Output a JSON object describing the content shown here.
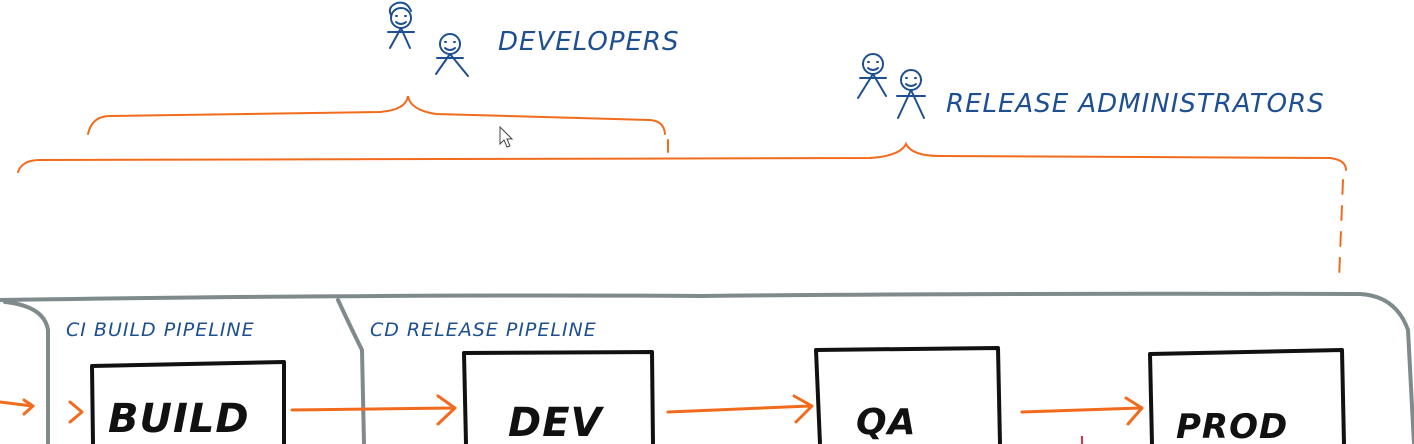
{
  "groups": {
    "developers_label": "DEVELOPERS",
    "release_admins_label": "RELEASE ADMINISTRATORS"
  },
  "pipelines": {
    "ci_label": "CI BUILD PIPELINE",
    "cd_label": "CD RELEASE PIPELINE"
  },
  "stages": {
    "build": "BUILD",
    "dev": "DEV",
    "qa": "QA",
    "prod": "PROD"
  },
  "colors": {
    "arrow_orange": "#f26b1d",
    "ink_blue": "#1d4f91",
    "pipeline_grey": "#7f8a8c",
    "box_black": "#111111"
  }
}
